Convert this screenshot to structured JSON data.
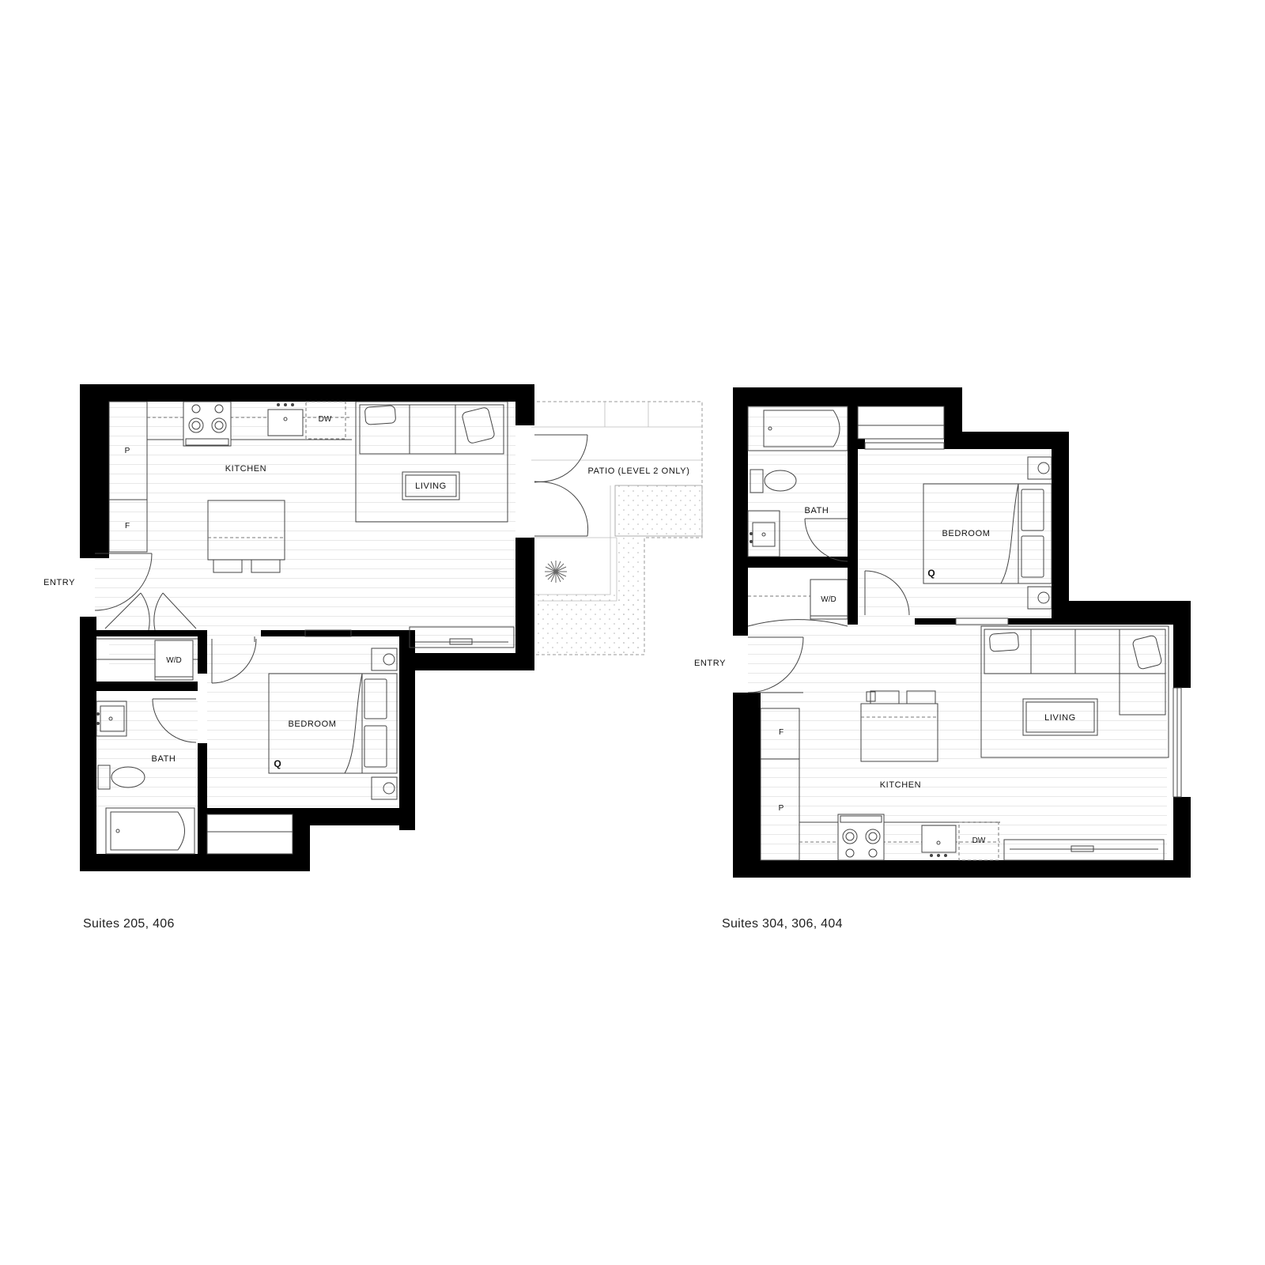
{
  "plan_a": {
    "labels": {
      "entry": "ENTRY",
      "kitchen": "KITCHEN",
      "living": "LIVING",
      "bedroom": "BEDROOM",
      "bath": "BATH",
      "patio": "PATIO (LEVEL 2 ONLY)",
      "pantry": "P",
      "fridge": "F",
      "dishwasher": "DW",
      "washer_dryer": "W/D",
      "bed_size": "Q"
    },
    "caption": "Suites 205, 406"
  },
  "plan_b": {
    "labels": {
      "entry": "ENTRY",
      "kitchen": "KITCHEN",
      "living": "LIVING",
      "bedroom": "BEDROOM",
      "bath": "BATH",
      "pantry": "P",
      "fridge": "F",
      "dishwasher": "DW",
      "washer_dryer": "W/D",
      "bed_size": "Q"
    },
    "caption": "Suites 304, 306, 404"
  }
}
